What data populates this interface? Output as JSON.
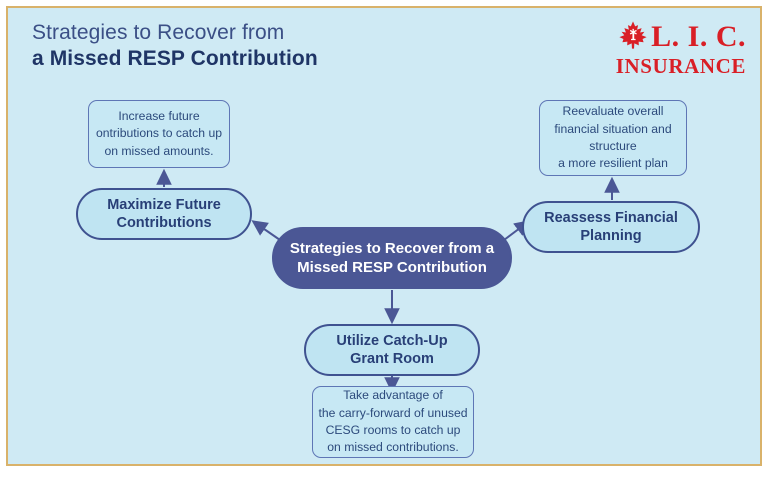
{
  "theme": {
    "background": "#cfeaf4",
    "frame_border": "#d9b26a",
    "node_fill": "#bfe4f2",
    "node_border": "#3f5290",
    "hub_fill": "#4b5795",
    "hub_text": "#ffffff",
    "detail_fill": "#c7e8f4",
    "detail_border": "#5e76b5",
    "text_navy": "#283f77",
    "logo_red": "#d91f26"
  },
  "header": {
    "title_line1": "Strategies to Recover from",
    "title_line2": "a Missed RESP Contribution"
  },
  "logo": {
    "icon": "maple-leaf-icon",
    "line1": "L. I. C.",
    "line2": "INSURANCE"
  },
  "diagram": {
    "type": "mind-map",
    "hub": {
      "id": "hub",
      "line1": "Strategies to Recover from a",
      "line2": "Missed RESP Contribution"
    },
    "branches": [
      {
        "id": "maximize-future-contributions",
        "label_line1": "Maximize Future",
        "label_line2": "Contributions",
        "detail_lines": [
          "Increase future",
          "ontributions to catch up",
          "on missed amounts."
        ],
        "arrow_from_hub": "left",
        "arrow_to_detail": "up"
      },
      {
        "id": "reassess-financial-planning",
        "label_line1": "Reassess Financial",
        "label_line2": "Planning",
        "detail_lines": [
          "Reevaluate overall",
          "financial situation and",
          "structure",
          "a more resilient plan"
        ],
        "arrow_from_hub": "right",
        "arrow_to_detail": "up"
      },
      {
        "id": "utilize-catch-up-grant-room",
        "label_line1": "Utilize Catch-Up",
        "label_line2": "Grant Room",
        "detail_lines": [
          "Take advantage of",
          "the carry-forward of unused",
          "CESG rooms to catch up",
          "on missed contributions."
        ],
        "arrow_from_hub": "down",
        "arrow_to_detail": "down"
      }
    ]
  }
}
